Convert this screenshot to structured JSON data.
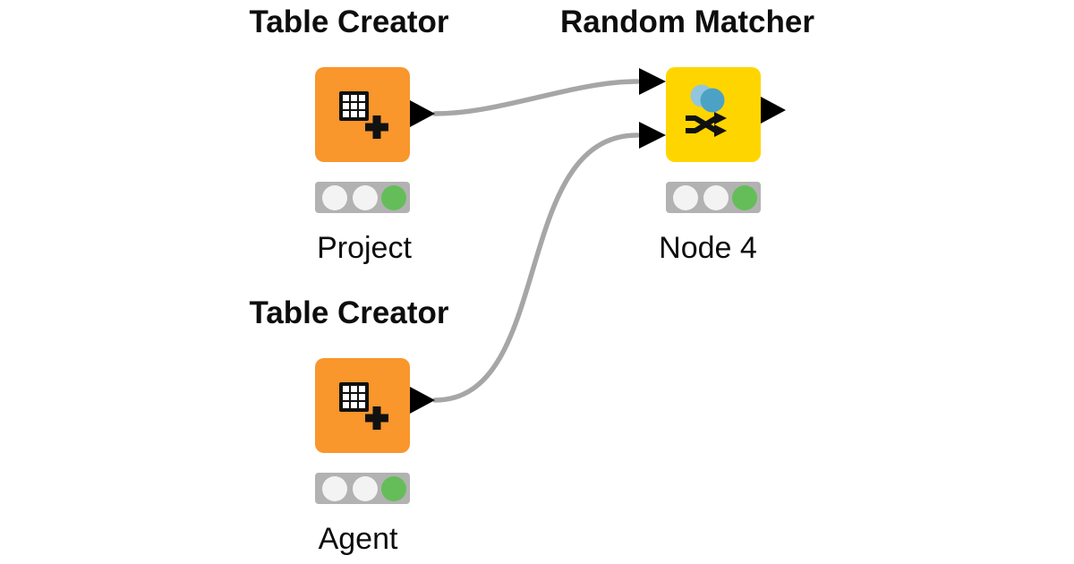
{
  "workflow": {
    "colors": {
      "source_node_orange": "#F9962C",
      "manipulator_node_yellow": "#FFD500",
      "status_green": "#65BD5A",
      "status_off_white": "#F3F3F3",
      "status_bar_grey": "#B2B2B2",
      "wire_grey": "#A6A6A6",
      "port_black": "#000000",
      "icon_circle_light_blue": "#92C5DE",
      "icon_circle_dark_blue": "#4CA2C4"
    },
    "nodes": [
      {
        "type_label": "Table Creator",
        "name_label": "Project",
        "category": "source",
        "status": "executed",
        "ports": {
          "inputs": 0,
          "outputs": 1
        }
      },
      {
        "type_label": "Random Matcher",
        "name_label": "Node 4",
        "category": "manipulator",
        "status": "executed",
        "ports": {
          "inputs": 2,
          "outputs": 1
        }
      },
      {
        "type_label": "Table Creator",
        "name_label": "Agent",
        "category": "source",
        "status": "executed",
        "ports": {
          "inputs": 0,
          "outputs": 1
        }
      }
    ],
    "connections": [
      {
        "from": "Project",
        "from_port": "out-1",
        "to": "Node 4",
        "to_port": "in-1"
      },
      {
        "from": "Agent",
        "from_port": "out-1",
        "to": "Node 4",
        "to_port": "in-2"
      }
    ]
  }
}
